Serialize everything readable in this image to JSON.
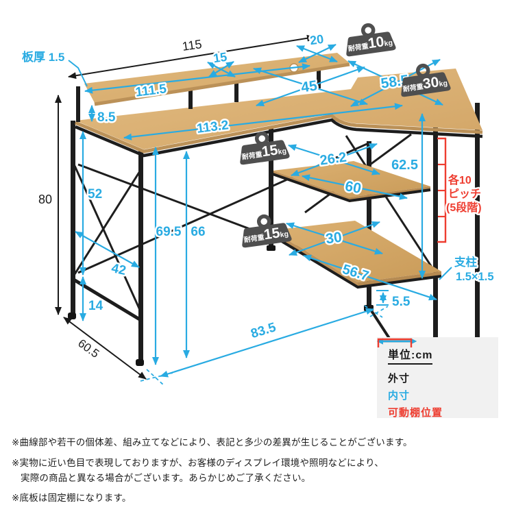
{
  "colors": {
    "blue": "#29abe2",
    "red": "#ee3d30",
    "black": "#1a1a1a",
    "wood": "#d9ae72",
    "wood_edge": "#bb9158",
    "frame": "#1d1d1d",
    "badge_gray": "#4f4f4f",
    "legend_bg": "#f1f1f1"
  },
  "annotations": {
    "board_thickness": "板厚 1.5",
    "post_label_1": "支柱",
    "post_label_2": "1.5×1.5",
    "pitch_line_1": "各10",
    "pitch_line_2": "ピッチ",
    "pitch_line_3": "(5段階)"
  },
  "badges": [
    {
      "prefix": "耐荷重",
      "value": "10",
      "unit": "kg"
    },
    {
      "prefix": "耐荷重",
      "value": "30",
      "unit": "kg"
    },
    {
      "prefix": "耐荷重",
      "value": "15",
      "unit": "kg"
    },
    {
      "prefix": "耐荷重",
      "value": "15",
      "unit": "kg"
    }
  ],
  "dims": {
    "total_width": "115",
    "total_height": "80",
    "total_depth": "60.5",
    "shelf_right_depth": "20",
    "shelf_depth": "15",
    "shelf_inner_width": "111.5",
    "desk_depth": "45",
    "desk_right_depth": "58.5",
    "shelf_gap": "8.5",
    "desk_inner_width": "113.2",
    "rack_shelf_depth": "26.2",
    "rack_inner_height": "62.5",
    "rack_shelf_length": "60",
    "left_inner_height": "52",
    "under_desk_front": "69.5",
    "under_desk_back": "66",
    "bottom_shelf_depth": "30",
    "left_inner_depth": "42",
    "bottom_shelf_length": "56.7",
    "rail_floor_gap": "14",
    "bottom_shelf_height": "5.5",
    "floor_inner_span": "83.5"
  },
  "legend": {
    "unit": "単位:cm",
    "outer": "外寸",
    "inner": "内寸",
    "movable": "可動棚位置"
  },
  "notes": {
    "n1": "※曲線部や若干の個体差、組み立てなどにより、表記と多少の差異が生じることがございます。",
    "n2": "※実物に近い色目で表現しておりますが、お客様のディスプレイ環境や照明などにより、",
    "n3": "実際の商品と異なる場合がございます。あらかじめご了承ください。",
    "n4": "※底板は固定棚になります。"
  }
}
